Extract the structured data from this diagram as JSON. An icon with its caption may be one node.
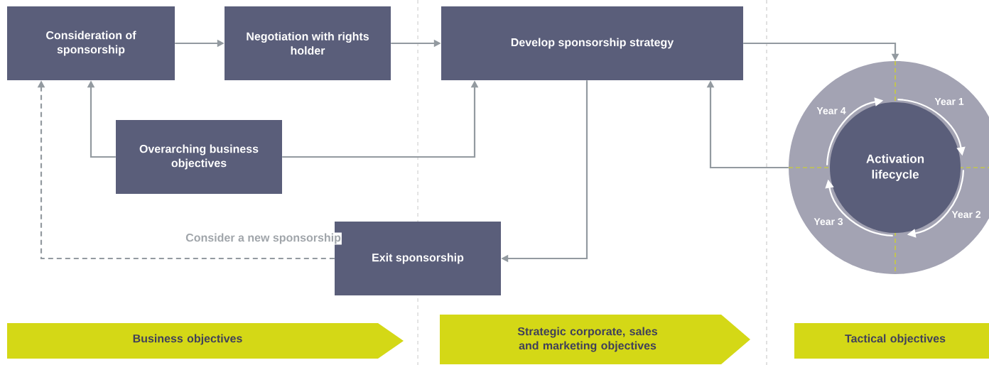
{
  "diagram": {
    "nodes": [
      {
        "text": [
          "Consideration of sponsorship"
        ]
      },
      {
        "text": [
          "Negotiation with rights holder"
        ]
      },
      {
        "text": [
          "Develop sponsorship strategy"
        ]
      },
      {
        "text": [
          "Overarching business objectives"
        ]
      },
      {
        "text": [
          "Exit sponsorship"
        ]
      },
      {
        "text": [
          "Year 1",
          "Year 2",
          "Year 3",
          "Year 4"
        ]
      },
      {
        "text": [
          "Activation lifecycle"
        ],
        "in": 5
      },
      {
        "text": [
          "Business objectives"
        ]
      },
      {
        "text": [
          "Strategic corporate, sales and marketing objectives"
        ]
      },
      {
        "text": [
          "Tactical objectives"
        ]
      }
    ],
    "edges": [
      {
        "from": 0,
        "to": 1,
        "arrow": "to"
      },
      {
        "from": 1,
        "to": 2,
        "arrow": "to"
      },
      {
        "from": 2,
        "to": 5,
        "arrow": "to"
      },
      {
        "from": 5,
        "to": 2,
        "arrow": "to"
      },
      {
        "from": 3,
        "to": 0,
        "arrow": "to"
      },
      {
        "from": 3,
        "to": 2,
        "arrow": "to"
      },
      {
        "from": 2,
        "to": 4,
        "arrow": "to"
      },
      {
        "from": 4,
        "to": 0,
        "arrow": "to",
        "style": "dashed",
        "label": "Consider a new sponsorship"
      }
    ]
  }
}
